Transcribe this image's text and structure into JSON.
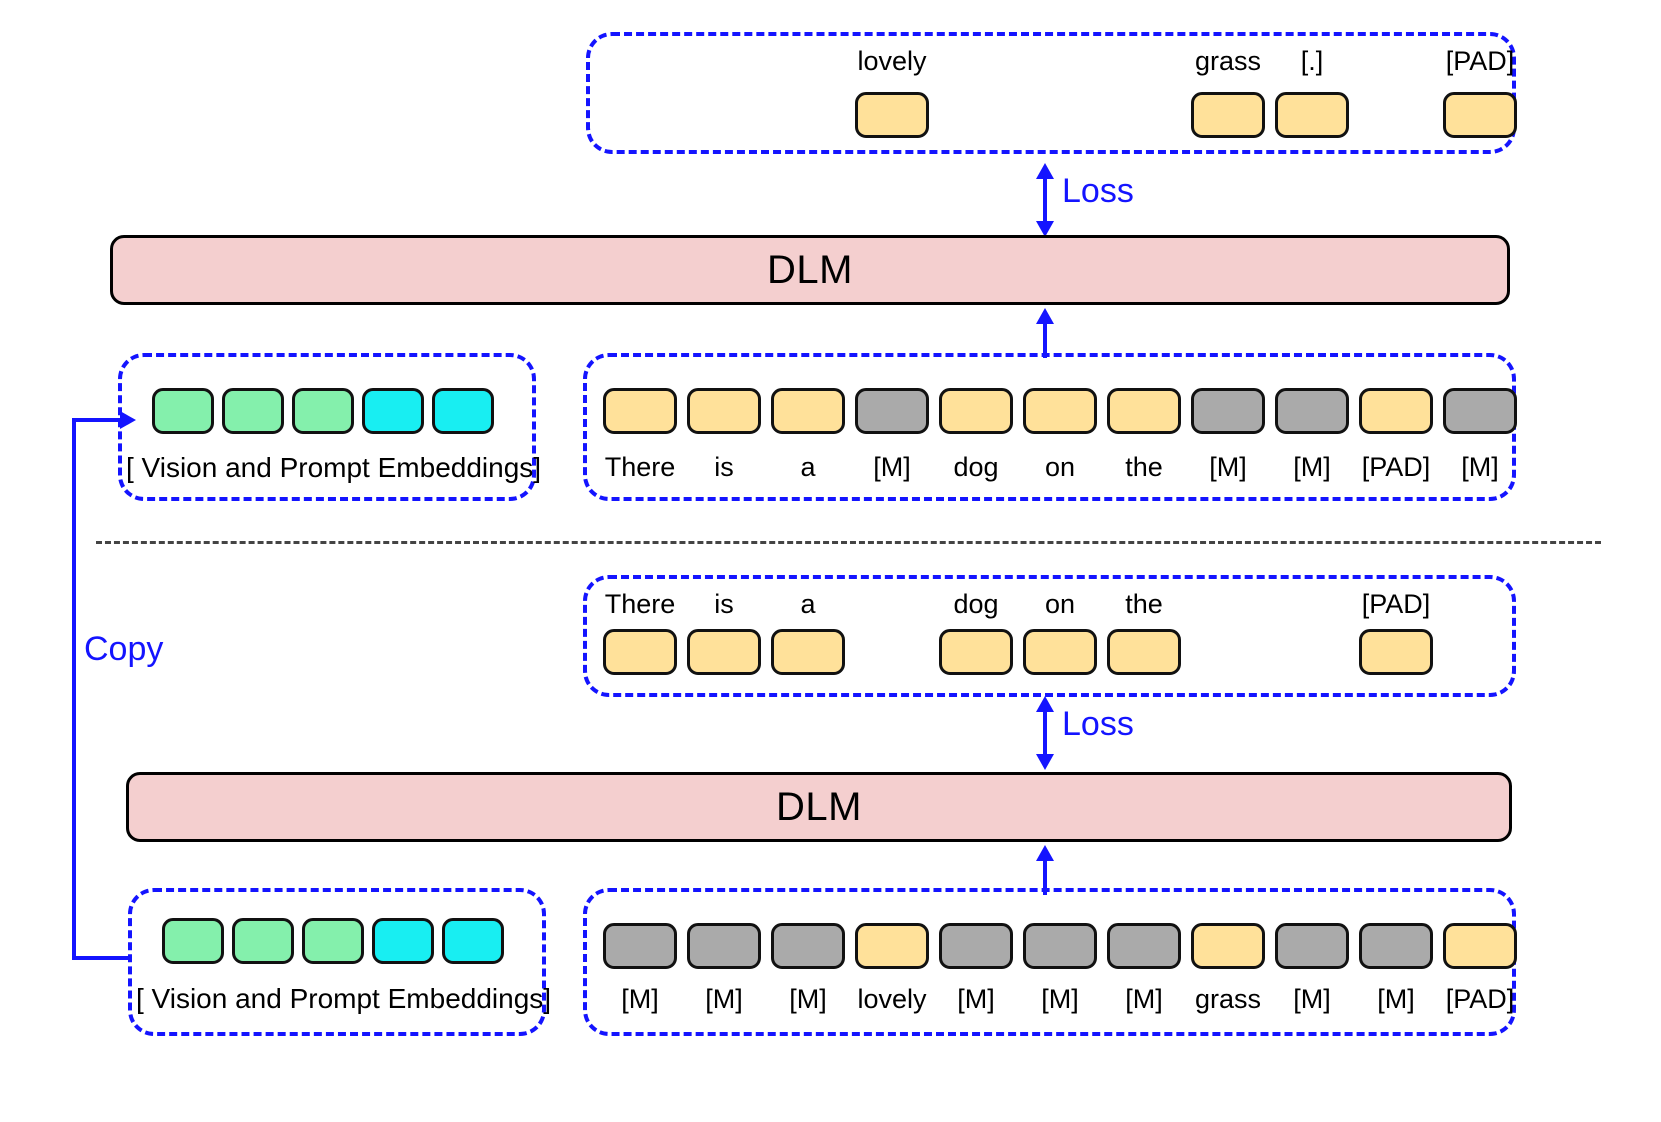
{
  "diagram": {
    "title": "DLM masked-token training diagram",
    "colors": {
      "token_text": "#ffe19a",
      "token_mask": "#aaaaaa",
      "vision_embed": "#84f0ac",
      "prompt_embed": "#18eef2",
      "model_block": "#f4cfcf",
      "accent_blue": "#1414ff",
      "outline": "#111111"
    },
    "labels": {
      "loss": "Loss",
      "copy": "Copy",
      "model": "DLM",
      "embeddings_caption": "[ Vision and Prompt Embeddings]",
      "mask_token": "[M]",
      "pad_token": "[PAD]"
    }
  },
  "top_prediction_row": {
    "name": "top-output-tokens",
    "tokens": [
      {
        "label": "",
        "type": "blank",
        "visible_box": false
      },
      {
        "label": "",
        "type": "blank",
        "visible_box": false
      },
      {
        "label": "",
        "type": "blank",
        "visible_box": false
      },
      {
        "label": "lovely",
        "type": "text",
        "visible_box": true
      },
      {
        "label": "",
        "type": "blank",
        "visible_box": false
      },
      {
        "label": "",
        "type": "blank",
        "visible_box": false
      },
      {
        "label": "",
        "type": "blank",
        "visible_box": false
      },
      {
        "label": "grass",
        "type": "text",
        "visible_box": true
      },
      {
        "label": "[.]",
        "type": "text",
        "visible_box": true
      },
      {
        "label": "",
        "type": "blank",
        "visible_box": false
      },
      {
        "label": "[PAD]",
        "type": "text",
        "visible_box": true
      }
    ]
  },
  "top_model": {
    "name": "dlm-top",
    "label": "DLM"
  },
  "top_loss_arrow": {
    "label": "Loss",
    "direction": "bidirectional"
  },
  "top_embeddings": {
    "caption": "[ Vision and Prompt Embeddings]",
    "boxes": [
      {
        "type": "vision"
      },
      {
        "type": "vision"
      },
      {
        "type": "vision"
      },
      {
        "type": "prompt"
      },
      {
        "type": "prompt"
      }
    ]
  },
  "top_input_row": {
    "name": "top-input-tokens",
    "tokens": [
      {
        "label": "There",
        "type": "text"
      },
      {
        "label": "is",
        "type": "text"
      },
      {
        "label": "a",
        "type": "text"
      },
      {
        "label": "[M]",
        "type": "mask"
      },
      {
        "label": "dog",
        "type": "text"
      },
      {
        "label": "on",
        "type": "text"
      },
      {
        "label": "the",
        "type": "text"
      },
      {
        "label": "[M]",
        "type": "mask"
      },
      {
        "label": "[M]",
        "type": "mask"
      },
      {
        "label": "[PAD]",
        "type": "text"
      },
      {
        "label": "[M]",
        "type": "mask"
      }
    ]
  },
  "middle_prediction_row": {
    "name": "bottom-output-tokens",
    "tokens": [
      {
        "label": "There",
        "type": "text",
        "visible_box": true
      },
      {
        "label": "is",
        "type": "text",
        "visible_box": true
      },
      {
        "label": "a",
        "type": "text",
        "visible_box": true
      },
      {
        "label": "",
        "type": "blank",
        "visible_box": false
      },
      {
        "label": "dog",
        "type": "text",
        "visible_box": true
      },
      {
        "label": "on",
        "type": "text",
        "visible_box": true
      },
      {
        "label": "the",
        "type": "text",
        "visible_box": true
      },
      {
        "label": "",
        "type": "blank",
        "visible_box": false
      },
      {
        "label": "",
        "type": "blank",
        "visible_box": false
      },
      {
        "label": "[PAD]",
        "type": "text",
        "visible_box": true
      },
      {
        "label": "",
        "type": "blank",
        "visible_box": false
      }
    ]
  },
  "bottom_model": {
    "name": "dlm-bottom",
    "label": "DLM"
  },
  "bottom_loss_arrow": {
    "label": "Loss",
    "direction": "bidirectional"
  },
  "bottom_embeddings": {
    "caption": "[ Vision and Prompt Embeddings]",
    "boxes": [
      {
        "type": "vision"
      },
      {
        "type": "vision"
      },
      {
        "type": "vision"
      },
      {
        "type": "prompt"
      },
      {
        "type": "prompt"
      }
    ]
  },
  "bottom_input_row": {
    "name": "bottom-input-tokens",
    "tokens": [
      {
        "label": "[M]",
        "type": "mask"
      },
      {
        "label": "[M]",
        "type": "mask"
      },
      {
        "label": "[M]",
        "type": "mask"
      },
      {
        "label": "lovely",
        "type": "text"
      },
      {
        "label": "[M]",
        "type": "mask"
      },
      {
        "label": "[M]",
        "type": "mask"
      },
      {
        "label": "[M]",
        "type": "mask"
      },
      {
        "label": "grass",
        "type": "text"
      },
      {
        "label": "[M]",
        "type": "mask"
      },
      {
        "label": "[M]",
        "type": "mask"
      },
      {
        "label": "[PAD]",
        "type": "text"
      }
    ]
  },
  "copy_arrow": {
    "label": "Copy"
  }
}
